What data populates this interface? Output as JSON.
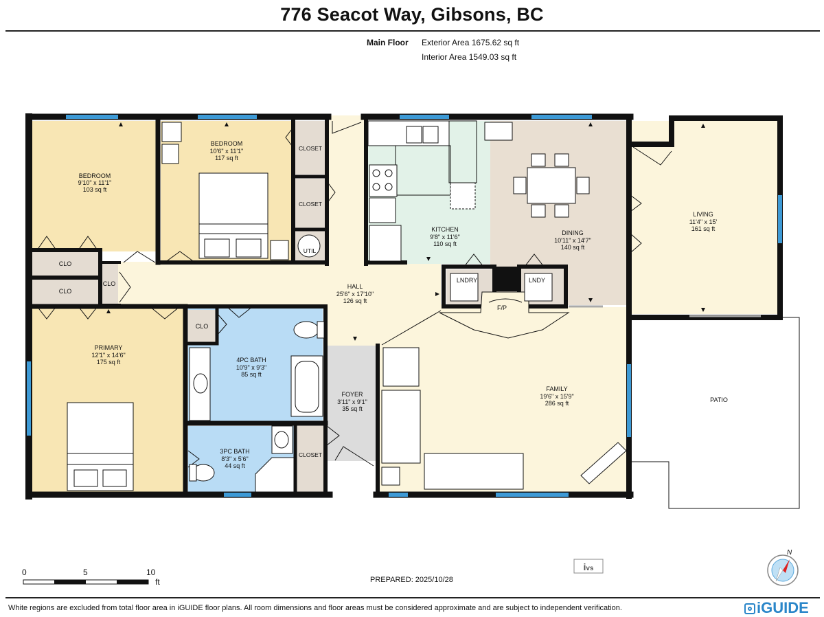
{
  "header": {
    "title": "776 Seacot Way, Gibsons, BC",
    "floor_label": "Main Floor",
    "exterior_area": "Exterior Area 1675.62 sq ft",
    "interior_area": "Interior Area 1549.03 sq ft"
  },
  "rooms": {
    "bedroom1": {
      "name": "BEDROOM",
      "dims": "9'10\" x 11'1\"",
      "area": "103 sq ft"
    },
    "bedroom2": {
      "name": "BEDROOM",
      "dims": "10'6\" x 11'1\"",
      "area": "117 sq ft"
    },
    "kitchen": {
      "name": "KITCHEN",
      "dims": "9'8\" x 11'6\"",
      "area": "110 sq ft"
    },
    "dining": {
      "name": "DINING",
      "dims": "10'11\" x 14'7\"",
      "area": "140 sq ft"
    },
    "living": {
      "name": "LIVING",
      "dims": "11'4\" x 15'",
      "area": "161 sq ft"
    },
    "hall": {
      "name": "HALL",
      "dims": "25'6\" x 17'10\"",
      "area": "126 sq ft"
    },
    "primary": {
      "name": "PRIMARY",
      "dims": "12'1\" x 14'6\"",
      "area": "175 sq ft"
    },
    "bath4": {
      "name": "4PC BATH",
      "dims": "10'9\" x 9'3\"",
      "area": "85 sq ft"
    },
    "foyer": {
      "name": "FOYER",
      "dims": "3'11\" x 9'1\"",
      "area": "35 sq ft"
    },
    "family": {
      "name": "FAMILY",
      "dims": "19'6\" x 15'9\"",
      "area": "286 sq ft"
    },
    "bath3": {
      "name": "3PC BATH",
      "dims": "8'3\" x 5'6\"",
      "area": "44 sq ft"
    }
  },
  "small_labels": {
    "closet": "CLOSET",
    "clo": "CLO",
    "util": "UTIL",
    "lndry1": "LNDRY",
    "lndry2": "LNDY",
    "fp": "F/P",
    "patio": "PATIO"
  },
  "scale": {
    "t0": "0",
    "t5": "5",
    "t10": "10",
    "unit": "ft"
  },
  "footer": {
    "prepared": "PREPARED: 2025/10/28",
    "disclaimer": "White regions are excluded from total floor area in iGUIDE floor plans. All room dimensions and floor areas must be considered approximate and are subject to independent verification.",
    "brand_i": "i",
    "brand_rest": "GUIDE",
    "compass_n": "N"
  },
  "colors": {
    "bedroom": "#f8e6b4",
    "bath": "#b9dcf5",
    "kitchen": "#e2f2e8",
    "dining": "#e9dfd2",
    "hall": "#fcf5dc",
    "closet": "#e4dcd2",
    "foyer": "#dcdcdc",
    "window": "#3d9ad6",
    "wall": "#111111",
    "brand": "#2a86c9"
  }
}
